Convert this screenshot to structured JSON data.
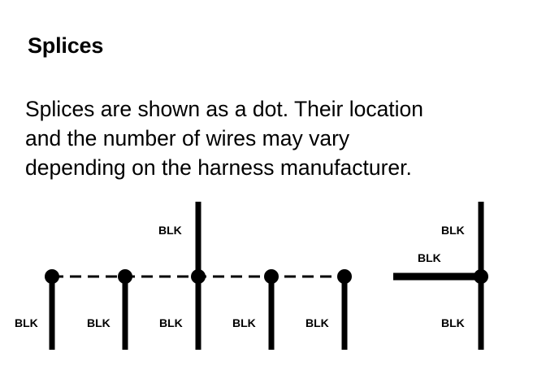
{
  "section": {
    "title": "Splices",
    "description_lines": [
      "Splices are shown as a dot. Their location",
      "and the number of wires may vary",
      "depending on the harness manufacturer."
    ]
  },
  "diagram": {
    "wire_color_label": "BLK"
  }
}
